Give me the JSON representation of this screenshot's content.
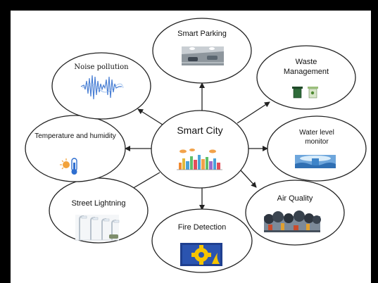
{
  "diagram": {
    "center": {
      "label": "Smart City",
      "icon": "city-skyline-icon"
    },
    "nodes": [
      {
        "id": "smart-parking",
        "label": "Smart Parking",
        "icon": "parking-lot-icon"
      },
      {
        "id": "waste-management",
        "label": "Waste Management",
        "icon": "recycle-bins-icon"
      },
      {
        "id": "water-level-monitor",
        "label": "Water level monitor",
        "icon": "water-tank-icon"
      },
      {
        "id": "air-quality",
        "label": "Air Quality",
        "icon": "polluted-city-icon"
      },
      {
        "id": "fire-detection",
        "label": "Fire Detection",
        "icon": "gear-fire-icon"
      },
      {
        "id": "street-lightning",
        "label": "Street Lightning",
        "icon": "street-lamp-icon"
      },
      {
        "id": "temperature-humidity",
        "label": "Temperature and humidity",
        "icon": "thermometer-icon"
      },
      {
        "id": "noise-pollution",
        "label": "Noise pollution",
        "icon": "sound-wave-icon"
      }
    ],
    "colors": {
      "background": "#ffffff",
      "frame": "#000000",
      "outline": "#222222",
      "arrow": "#222222",
      "wave": "#4a7fd4",
      "fire_panel": "#1f3f8f",
      "fire_gear": "#f5c400",
      "water": "#3d84c9"
    }
  }
}
